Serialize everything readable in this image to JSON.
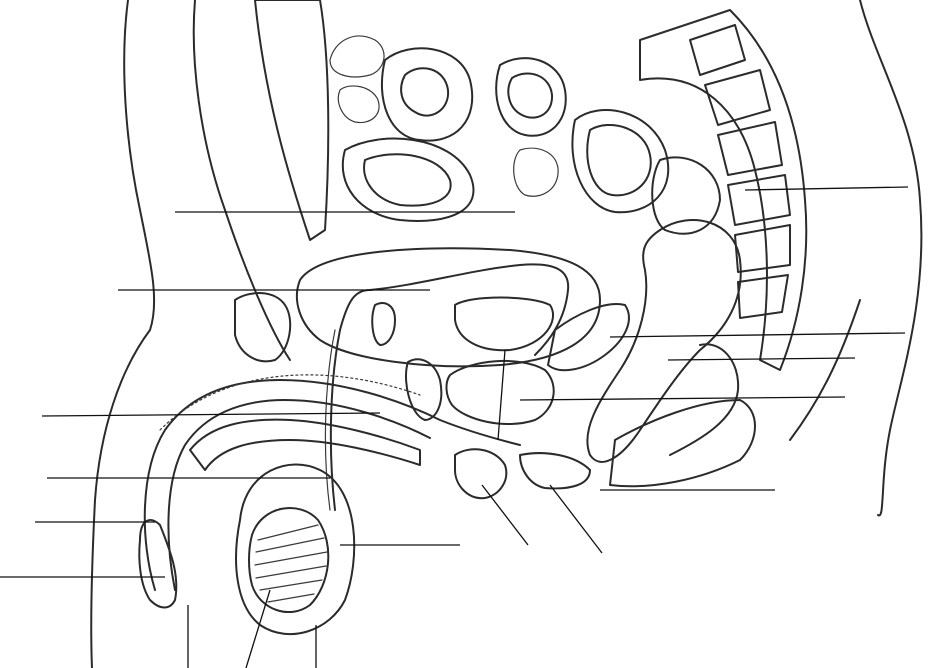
{
  "figure": {
    "kind": "unlabeled anatomical line drawing",
    "style": "pencil hatching, greyscale",
    "colors": {
      "ink": "#2b2b2b",
      "leader": "#111111",
      "background": "#ffffff"
    }
  },
  "leader_lines": [
    {
      "id": "label-line-1"
    },
    {
      "id": "label-line-2"
    },
    {
      "id": "label-line-3"
    },
    {
      "id": "label-line-4"
    },
    {
      "id": "label-line-5"
    },
    {
      "id": "label-line-6"
    },
    {
      "id": "label-line-7"
    },
    {
      "id": "label-line-8"
    },
    {
      "id": "label-line-9"
    },
    {
      "id": "label-line-10"
    },
    {
      "id": "label-line-11"
    },
    {
      "id": "label-line-12"
    },
    {
      "id": "label-line-13"
    },
    {
      "id": "label-line-14"
    },
    {
      "id": "label-line-15"
    },
    {
      "id": "label-line-16"
    },
    {
      "id": "label-line-17"
    },
    {
      "id": "label-line-18"
    }
  ]
}
